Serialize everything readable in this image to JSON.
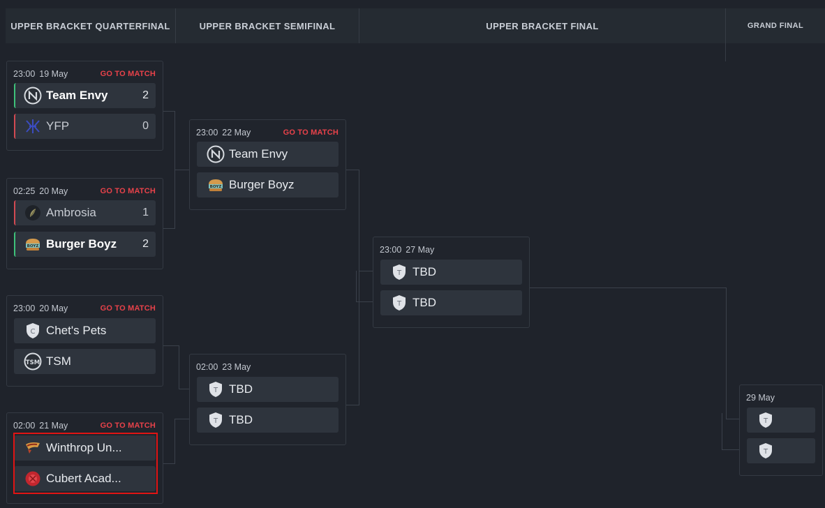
{
  "rounds": {
    "quarterfinal": "UPPER BRACKET QUARTERFINAL",
    "semifinal": "UPPER BRACKET SEMIFINAL",
    "final": "UPPER BRACKET FINAL",
    "grand_final": "GRAND FINAL"
  },
  "goto_label": "GO TO MATCH",
  "matches": {
    "qf1": {
      "time": "23:00",
      "date": "19 May",
      "team1": {
        "name": "Team Envy",
        "score": "2",
        "icon": "team-envy-logo"
      },
      "team2": {
        "name": "YFP",
        "score": "0",
        "icon": "yfp-logo"
      }
    },
    "qf2": {
      "time": "02:25",
      "date": "20 May",
      "team1": {
        "name": "Ambrosia",
        "score": "1",
        "icon": "ambrosia-logo"
      },
      "team2": {
        "name": "Burger Boyz",
        "score": "2",
        "icon": "burger-boyz-logo"
      }
    },
    "qf3": {
      "time": "23:00",
      "date": "20 May",
      "team1": {
        "name": "Chet's Pets",
        "icon": "chets-pets-logo"
      },
      "team2": {
        "name": "TSM",
        "icon": "tsm-logo"
      }
    },
    "qf4": {
      "time": "02:00",
      "date": "21 May",
      "team1": {
        "name": "Winthrop Un...",
        "icon": "winthrop-logo"
      },
      "team2": {
        "name": "Cubert Acad...",
        "icon": "cubert-logo"
      }
    },
    "sf1": {
      "time": "23:00",
      "date": "22 May",
      "team1": {
        "name": "Team Envy",
        "icon": "team-envy-logo"
      },
      "team2": {
        "name": "Burger Boyz",
        "icon": "burger-boyz-logo"
      }
    },
    "sf2": {
      "time": "02:00",
      "date": "23 May",
      "team1": {
        "name": "TBD",
        "icon": "tbd-shield-icon"
      },
      "team2": {
        "name": "TBD",
        "icon": "tbd-shield-icon"
      }
    },
    "uf": {
      "time": "23:00",
      "date": "27 May",
      "team1": {
        "name": "TBD",
        "icon": "tbd-shield-icon"
      },
      "team2": {
        "name": "TBD",
        "icon": "tbd-shield-icon"
      }
    },
    "gf": {
      "date": "29 May",
      "team1": {
        "icon": "tbd-shield-icon"
      },
      "team2": {
        "icon": "tbd-shield-icon"
      }
    }
  },
  "colors": {
    "background": "#1f232b",
    "header": "#252b32",
    "row": "#2e343d",
    "win": "#3ec17a",
    "lose": "#d24a52",
    "goto": "#e8424a",
    "highlight": "#e01414"
  }
}
